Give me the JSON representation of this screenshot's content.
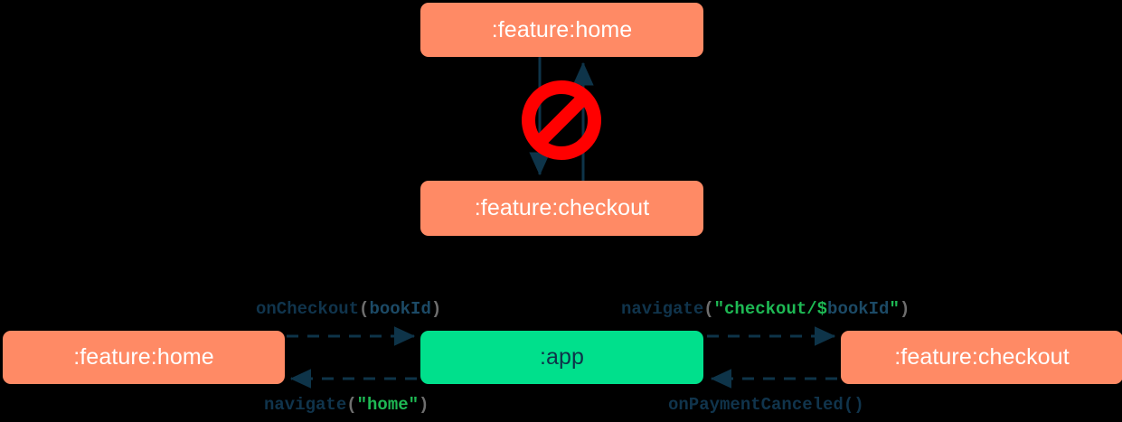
{
  "diagram": {
    "title": "Module navigation: bad vs good pattern",
    "colors": {
      "module_fill": "#FF8A65",
      "app_fill": "#00E08C",
      "module_text": "#FFFFFF",
      "app_text": "#0E3449",
      "edge": "#0E3449",
      "forbidden": "#FF0000",
      "string_literal": "#1EB954",
      "punctuation": "#6E6E6E",
      "background": "#000000"
    }
  },
  "anti_pattern": {
    "nodes": [
      {
        "id": "home-top",
        "label": ":feature:home",
        "kind": "module"
      },
      {
        "id": "checkout-top",
        "label": ":feature:checkout",
        "kind": "module"
      }
    ],
    "edges": [
      {
        "from": "home-top",
        "to": "checkout-top",
        "style": "solid",
        "direction": "down"
      },
      {
        "from": "checkout-top",
        "to": "home-top",
        "style": "solid",
        "direction": "up"
      }
    ],
    "marker": {
      "name": "no-entry-icon",
      "glyph": "🚫",
      "meaning": "forbidden"
    }
  },
  "good_pattern": {
    "nodes": [
      {
        "id": "home-bottom",
        "label": ":feature:home",
        "kind": "module"
      },
      {
        "id": "app",
        "label": ":app",
        "kind": "app"
      },
      {
        "id": "checkout-bottom",
        "label": ":feature:checkout",
        "kind": "module"
      }
    ],
    "edges": [
      {
        "id": "home-to-app",
        "from": "home-bottom",
        "to": "app",
        "style": "dashed",
        "direction": "right",
        "label": {
          "text": "onCheckout(bookId)",
          "tokens": [
            {
              "t": "onCheckout",
              "c": "fn"
            },
            {
              "t": "(",
              "c": "punct"
            },
            {
              "t": "bookId",
              "c": "arg"
            },
            {
              "t": ")",
              "c": "punct"
            }
          ]
        }
      },
      {
        "id": "app-to-checkout",
        "from": "app",
        "to": "checkout-bottom",
        "style": "dashed",
        "direction": "right",
        "label": {
          "text": "navigate(\"checkout/$bookId\")",
          "tokens": [
            {
              "t": "navigate",
              "c": "fn"
            },
            {
              "t": "(",
              "c": "punct"
            },
            {
              "t": "\"checkout/$",
              "c": "str"
            },
            {
              "t": "bookId",
              "c": "arg"
            },
            {
              "t": "\"",
              "c": "str"
            },
            {
              "t": ")",
              "c": "punct"
            }
          ]
        }
      },
      {
        "id": "app-to-home",
        "from": "app",
        "to": "home-bottom",
        "style": "dashed",
        "direction": "left",
        "label": {
          "text": "navigate(\"home\")",
          "tokens": [
            {
              "t": "navigate",
              "c": "fn"
            },
            {
              "t": "(",
              "c": "punct"
            },
            {
              "t": "\"home\"",
              "c": "str"
            },
            {
              "t": ")",
              "c": "punct"
            }
          ]
        }
      },
      {
        "id": "checkout-to-app",
        "from": "checkout-bottom",
        "to": "app",
        "style": "dashed",
        "direction": "left",
        "label": {
          "text": "onPaymentCanceled()",
          "tokens": [
            {
              "t": "onPaymentCanceled()",
              "c": "fn"
            }
          ]
        }
      }
    ]
  },
  "labels": {
    "home_top": ":feature:home",
    "checkout_top": ":feature:checkout",
    "home_bottom": ":feature:home",
    "app": ":app",
    "checkout_bottom": ":feature:checkout",
    "on_checkout_fn": "onCheckout",
    "on_checkout_open": "(",
    "on_checkout_arg": "bookId",
    "on_checkout_close": ")",
    "nav_checkout_fn": "navigate",
    "nav_checkout_open": "(",
    "nav_checkout_str1": "\"checkout/$",
    "nav_checkout_arg": "bookId",
    "nav_checkout_str2": "\"",
    "nav_checkout_close": ")",
    "nav_home_fn": "navigate",
    "nav_home_open": "(",
    "nav_home_str": "\"home\"",
    "nav_home_close": ")",
    "on_payment_canceled": "onPaymentCanceled()"
  }
}
